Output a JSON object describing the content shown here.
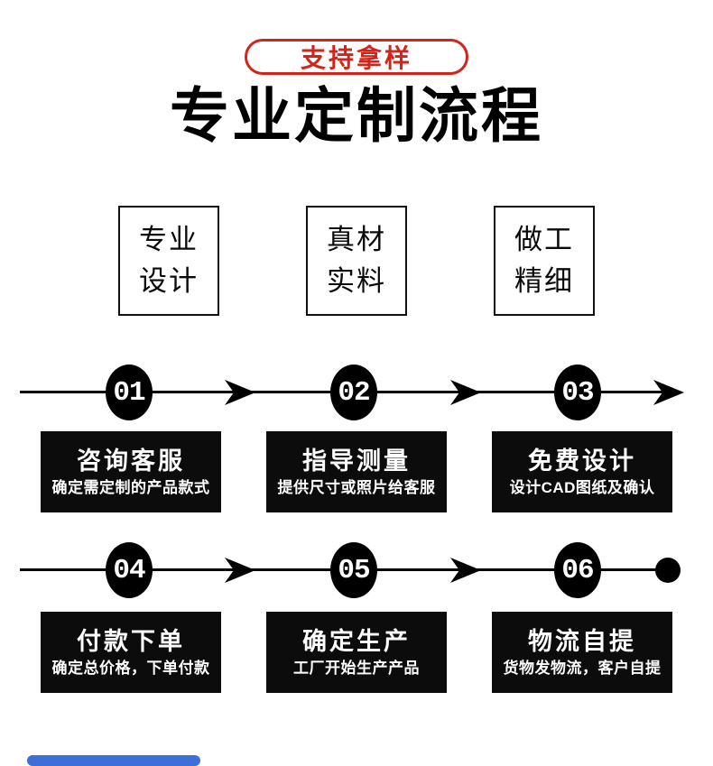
{
  "header": {
    "badge": "支持拿样",
    "title": "专业定制流程"
  },
  "features": [
    {
      "line1": "专业",
      "line2": "设计"
    },
    {
      "line1": "真材",
      "line2": "实料"
    },
    {
      "line1": "做工",
      "line2": "精细"
    }
  ],
  "process": {
    "row1": {
      "steps": [
        {
          "number": "01",
          "title": "咨询客服",
          "desc": "确定需定制的产品款式"
        },
        {
          "number": "02",
          "title": "指导测量",
          "desc": "提供尺寸或照片给客服"
        },
        {
          "number": "03",
          "title": "免费设计",
          "desc": "设计CAD图纸及确认"
        }
      ]
    },
    "row2": {
      "steps": [
        {
          "number": "04",
          "title": "付款下单",
          "desc": "确定总价格，下单付款"
        },
        {
          "number": "05",
          "title": "确定生产",
          "desc": "工厂开始生产产品"
        },
        {
          "number": "06",
          "title": "物流自提",
          "desc": "货物发物流，客户自提"
        }
      ]
    }
  },
  "colors": {
    "accent_red": "#d2241a",
    "step_box_black": "#0c0c0c",
    "bottom_bar_blue": "#3e6fd8"
  }
}
